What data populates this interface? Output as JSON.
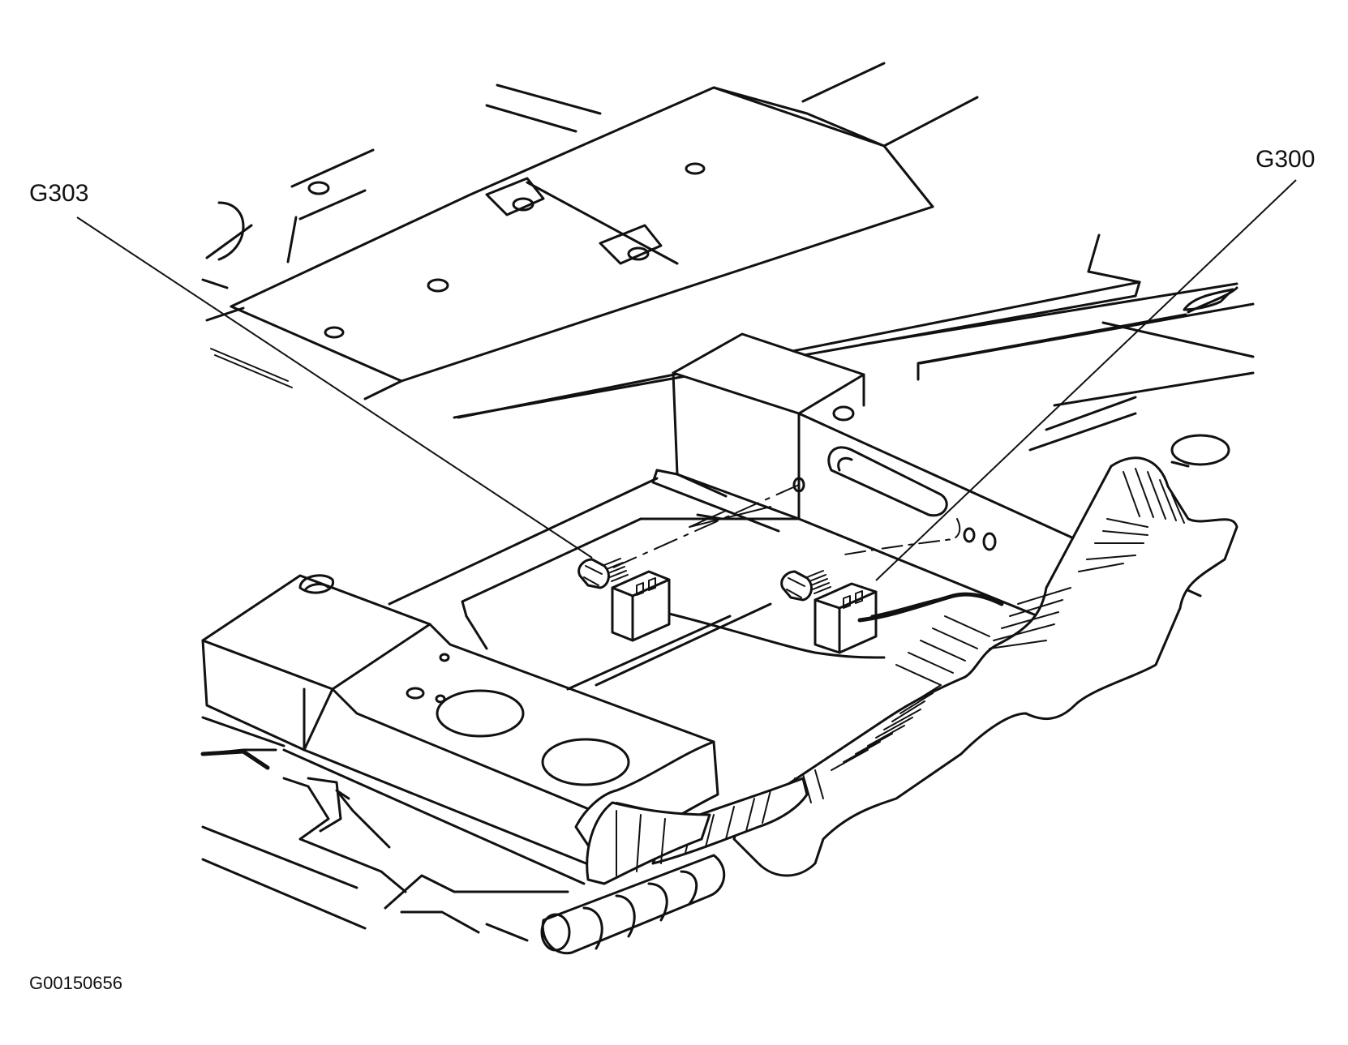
{
  "callouts": {
    "left": "G303",
    "right": "G300"
  },
  "figure_id": "G00150656"
}
